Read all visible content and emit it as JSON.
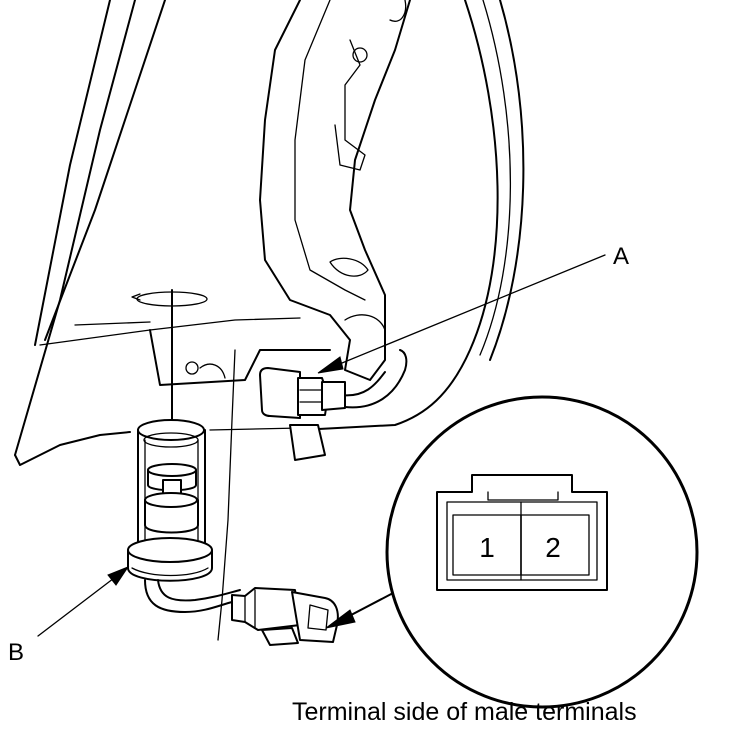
{
  "labels": {
    "callout_a": "A",
    "callout_b": "B",
    "pin_1": "1",
    "pin_2": "2",
    "caption": "Terminal side of male terminals"
  }
}
